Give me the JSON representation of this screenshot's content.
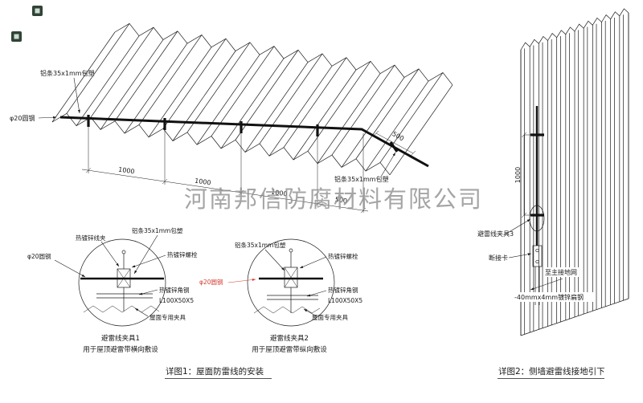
{
  "colors": {
    "line": "#1a1a1a",
    "red": "#d43b30",
    "watermark": "#8f8f8f",
    "stamp": "#2e4436"
  },
  "watermark": {
    "text": "河南邦信防腐材料有限公司"
  },
  "roof": {
    "label_strip_top": "铝条35x1mm包塑",
    "label_round_steel": "φ20圆钢",
    "label_strip_right": "铝条35x1mm包塑",
    "dim_1000": "1000",
    "dim_500": "500"
  },
  "detail1": {
    "title": "避雷线夹具1",
    "subtitle": "用于屋顶避雷带横向敷设",
    "label_wire_clamp": "热镀锌线夹",
    "label_strip": "铝条35x1mm包塑",
    "label_bolt": "热镀锌螺栓",
    "label_round_steel": "φ20圆钢",
    "label_angle": "热镀锌角钢",
    "label_angle_size": "L100X50X5",
    "label_fixture": "屋面专用夹具"
  },
  "detail2": {
    "title": "避雷线夹具2",
    "subtitle": "用于屋顶避雷带纵向敷设",
    "label_strip": "铝条35x1mm包塑",
    "label_bolt": "热镀锌螺栓",
    "label_round_steel": "φ20圆钢",
    "label_angle": "热镀锌角钢",
    "label_angle_size": "L100X50X5",
    "label_fixture": "屋面专用夹具"
  },
  "wall": {
    "dim_1000": "1000",
    "label_clamp": "避雷线夹具3",
    "label_disconnect": "断接卡",
    "label_to_ground": "至主接地网",
    "label_flat_steel": "-40mmx4mm镀锌扁钢"
  },
  "captions": {
    "detail1": "详图1：屋面防雷线的安装",
    "detail2": "详图2：侧墙避雷线接地引下"
  }
}
